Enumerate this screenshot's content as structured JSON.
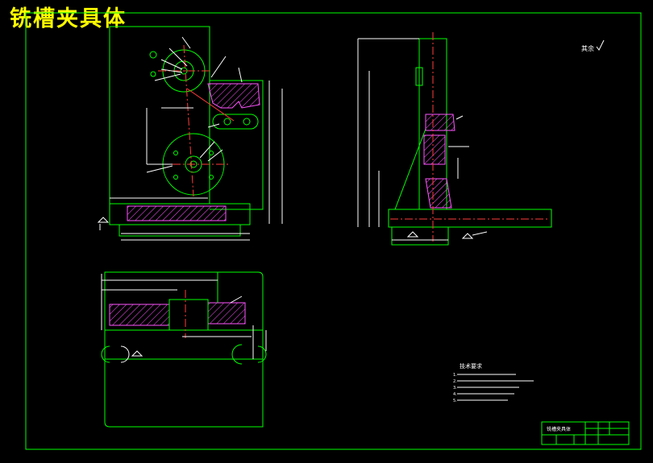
{
  "drawing": {
    "title": "铣槽夹具体",
    "roughness_note": "其余"
  },
  "tech_requirements": {
    "heading": "技术要求",
    "items": [
      "1.",
      "2.",
      "3.",
      "4.",
      "5."
    ]
  },
  "title_block": {
    "part_name": "铣槽夹具体",
    "cells": [
      "",
      "",
      "",
      "",
      "",
      "",
      "",
      ""
    ]
  },
  "colors": {
    "background": "#000000",
    "outline": "#00ff00",
    "dimension": "#ffffff",
    "centerline": "#ff3b3b",
    "section_hatch": "#ff55ff",
    "title_text": "#ffff00"
  }
}
